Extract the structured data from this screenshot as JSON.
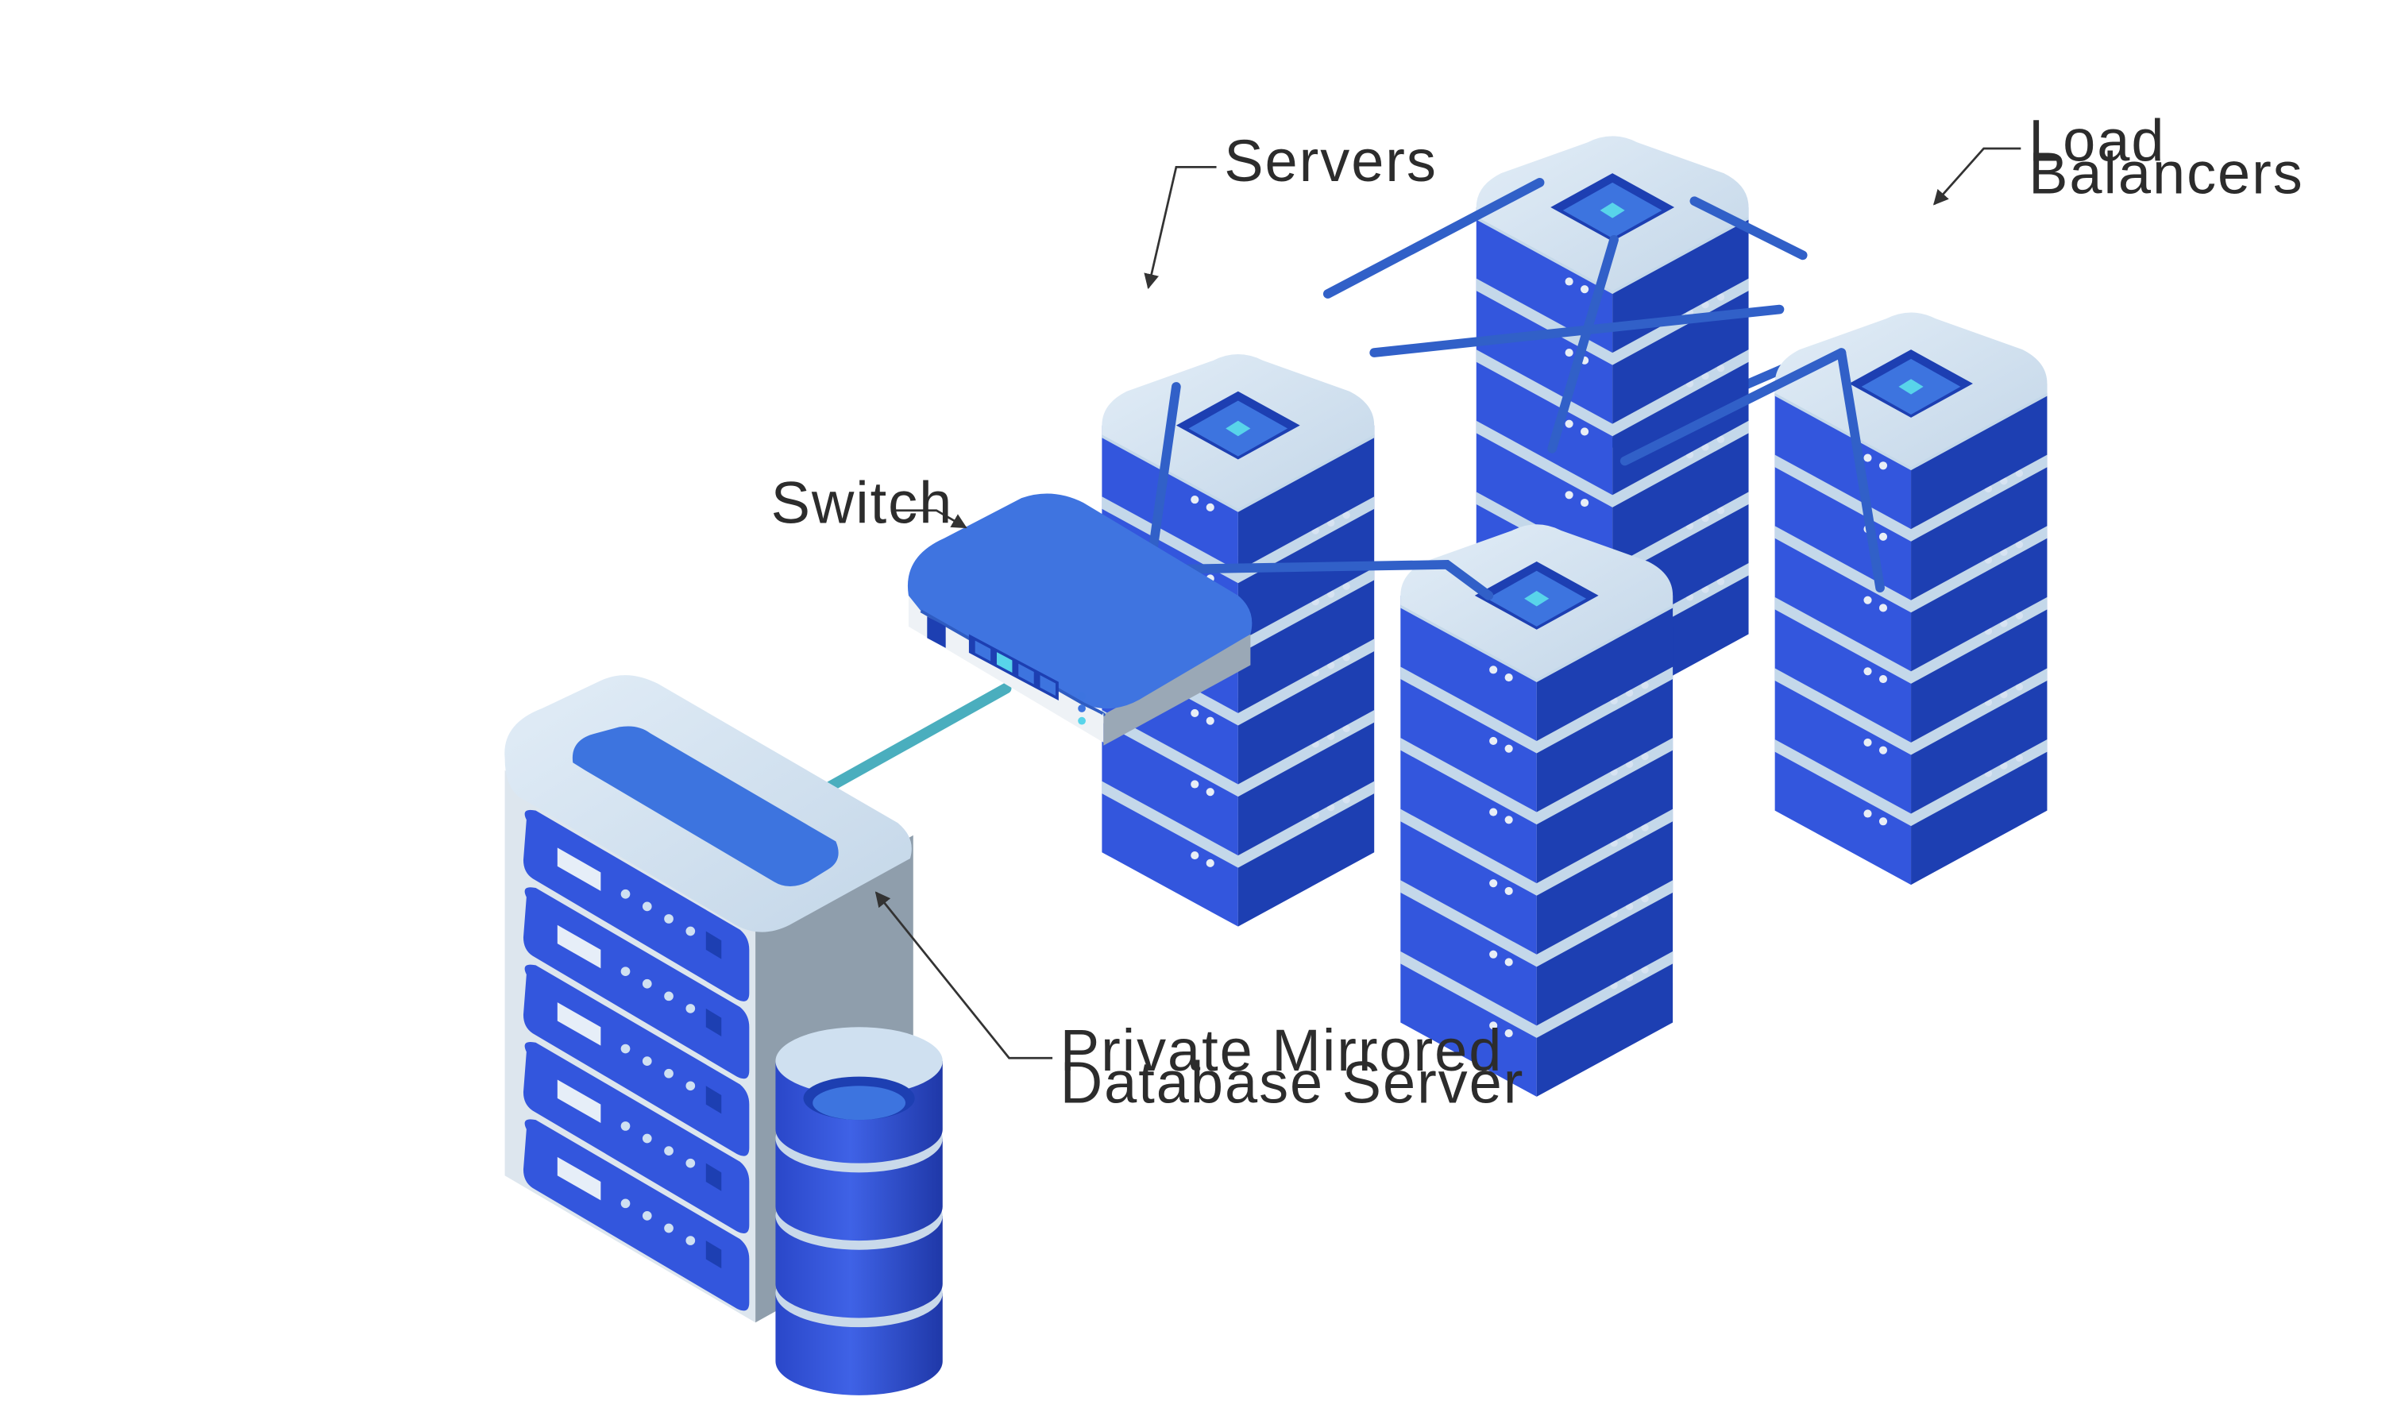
{
  "labels": {
    "servers": "Servers",
    "load_balancers_line1": "Load",
    "load_balancers_line2": "Balancers",
    "switch": "Switch",
    "database_line1": "Private Mirrored",
    "database_line2": "Database Server"
  },
  "colors": {
    "blue": "#2a4fd8",
    "blue_dark": "#1d3fb2",
    "blue_front": "#3356dd",
    "top_face": "#d3e3f2",
    "bezel_face": "#c4d8ea",
    "screen": "#3d74df",
    "led": "#58d4ea",
    "cable": "#3160c8",
    "cable_teal": "#4aaebe",
    "db_side": "#8f9eac",
    "arrow": "#333333"
  },
  "icons": {
    "server": "server-rack-icon",
    "switch": "network-switch-icon",
    "database": "database-cylinder-icon"
  }
}
